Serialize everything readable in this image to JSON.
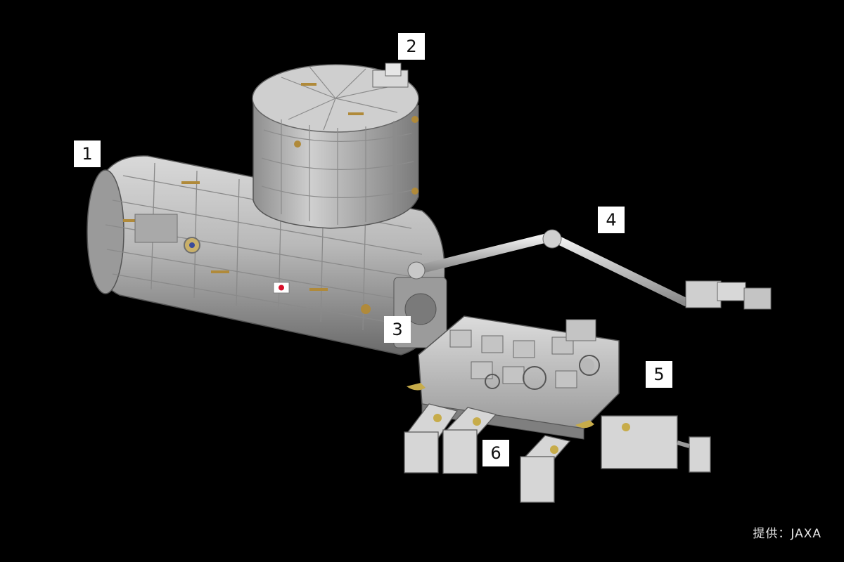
{
  "labels": [
    "1",
    "2",
    "3",
    "4",
    "5",
    "6"
  ],
  "credit": "提供：JAXA",
  "colors": {
    "background": "#000000",
    "module_body": "#bdbdbd",
    "module_shadow": "#6f6f6f",
    "accent_gold": "#b08a3a",
    "flag_red": "#d8102a"
  }
}
